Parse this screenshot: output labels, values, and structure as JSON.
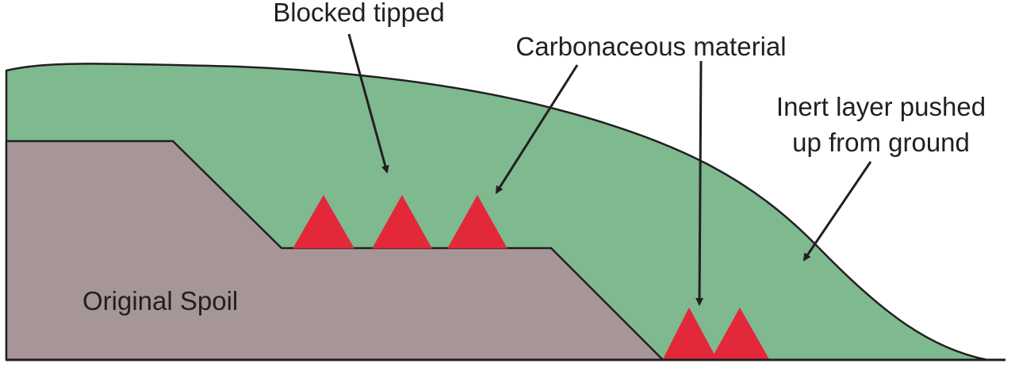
{
  "labels": {
    "blocked_tipped": "Blocked tipped",
    "carbonaceous_material": "Carbonaceous material",
    "inert_layer_line1": "Inert layer pushed",
    "inert_layer_line2": "up from ground",
    "original_spoil": "Original Spoil"
  },
  "colors": {
    "inert_layer": "#7fb990",
    "original_spoil": "#a69698",
    "carbonaceous_material": "#e3283a",
    "outline": "#231f20",
    "text": "#231f20"
  }
}
